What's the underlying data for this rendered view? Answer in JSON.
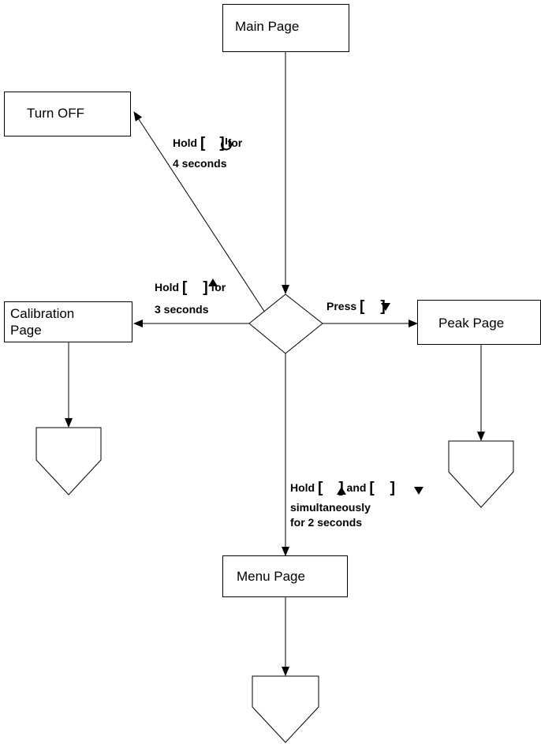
{
  "nodes": {
    "main_page": "Main Page",
    "turn_off": "Turn OFF",
    "calibration_page_line1": "Calibration",
    "calibration_page_line2": "Page",
    "peak_page": "Peak Page",
    "menu_page": "Menu Page"
  },
  "edges": {
    "turn_off": {
      "hold": "Hold",
      "open": "[",
      "close": "]",
      "for": "for",
      "duration": "4 seconds",
      "icon": "power-icon"
    },
    "calibration": {
      "hold": "Hold",
      "open": "[",
      "close": "]",
      "for": "for",
      "duration": "3 seconds",
      "icon": "up-triangle-icon"
    },
    "peak": {
      "press": "Press",
      "open": "[",
      "close": "]",
      "icon": "down-triangle-icon"
    },
    "menu": {
      "hold": "Hold",
      "open": "[",
      "close": "]",
      "and": "and",
      "line2": "simultaneously",
      "line3": "for 2 seconds",
      "icons": [
        "up-triangle-icon",
        "down-triangle-icon"
      ]
    }
  }
}
